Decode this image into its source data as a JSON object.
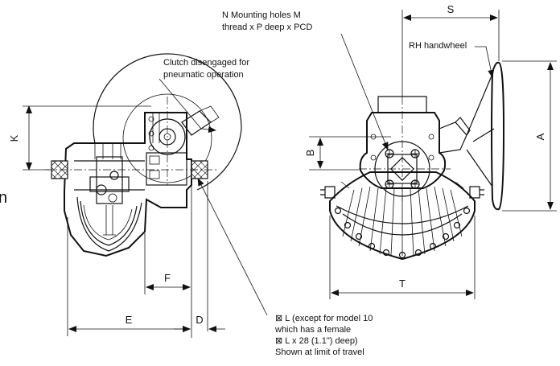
{
  "notes": {
    "mounting_holes_line1": "N Mounting holes M",
    "mounting_holes_line2": "thread x P deep x PCD",
    "clutch_line1": "Clutch disengaged for",
    "clutch_line2": "pneumatic operation",
    "rh_handwheel": "RH handwheel",
    "drive_line1": "⊠ L (except for model 10",
    "drive_line2": "which has a female",
    "drive_line3": "⊠ L x 28 (1.1\") deep)",
    "drive_line4": "Shown at limit of travel"
  },
  "dimensions": {
    "K": "K",
    "F": "F",
    "E": "E",
    "D": "D",
    "S": "S",
    "A": "A",
    "B": "B",
    "T": "T"
  },
  "edge_fragment": "n"
}
